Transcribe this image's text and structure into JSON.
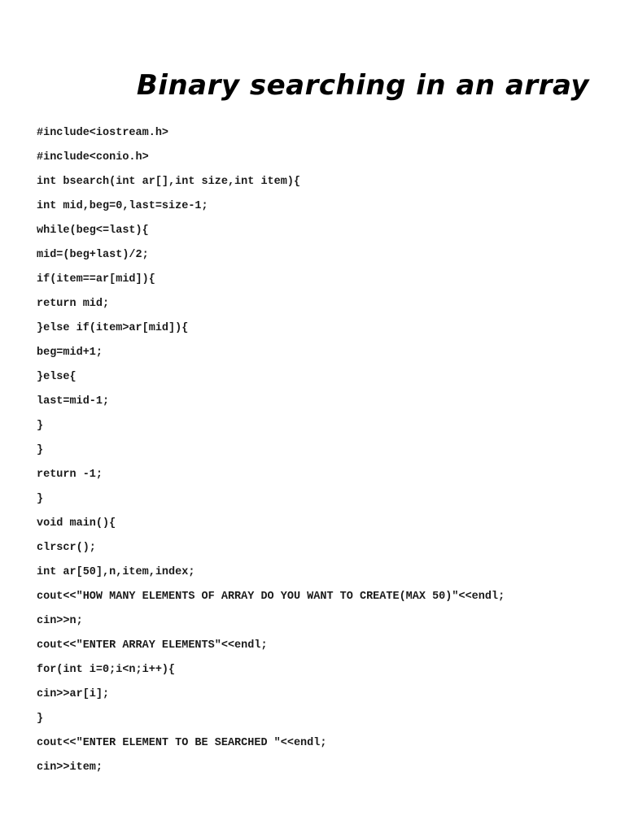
{
  "document": {
    "title": "Binary searching in an array",
    "code_lines": [
      "#include<iostream.h>",
      "#include<conio.h>",
      "int bsearch(int ar[],int size,int item){",
      "int mid,beg=0,last=size-1;",
      "while(beg<=last){",
      "mid=(beg+last)/2;",
      "if(item==ar[mid]){",
      "return mid;",
      "}else if(item>ar[mid]){",
      "beg=mid+1;",
      "}else{",
      "last=mid-1;",
      "}",
      "}",
      "return -1;",
      "}",
      "void main(){",
      "clrscr();",
      "int ar[50],n,item,index;",
      "cout<<\"HOW MANY ELEMENTS OF ARRAY DO YOU WANT TO CREATE(MAX 50)\"<<endl;",
      "cin>>n;",
      "cout<<\"ENTER ARRAY ELEMENTS\"<<endl;",
      "for(int i=0;i<n;i++){",
      "cin>>ar[i];",
      "}",
      "cout<<\"ENTER ELEMENT TO BE SEARCHED \"<<endl;",
      "cin>>item;"
    ]
  }
}
